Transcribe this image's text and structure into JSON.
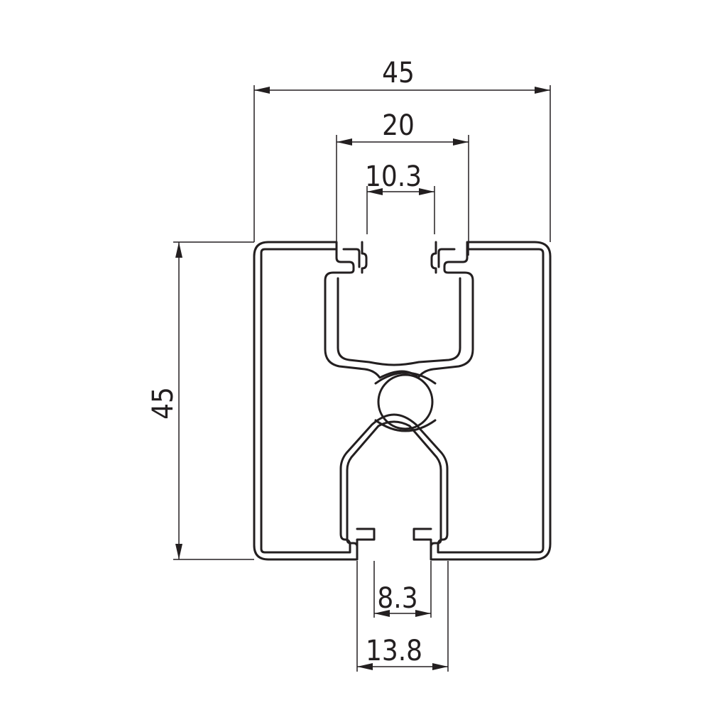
{
  "dimensions": {
    "overall_width": "45",
    "slot_outer_top": "20",
    "slot_opening_top": "10.3",
    "overall_height": "45",
    "slot_opening_bottom": "8.3",
    "slot_outer_bottom": "13.8"
  },
  "colors": {
    "line": "#231f20",
    "background": "#ffffff"
  }
}
